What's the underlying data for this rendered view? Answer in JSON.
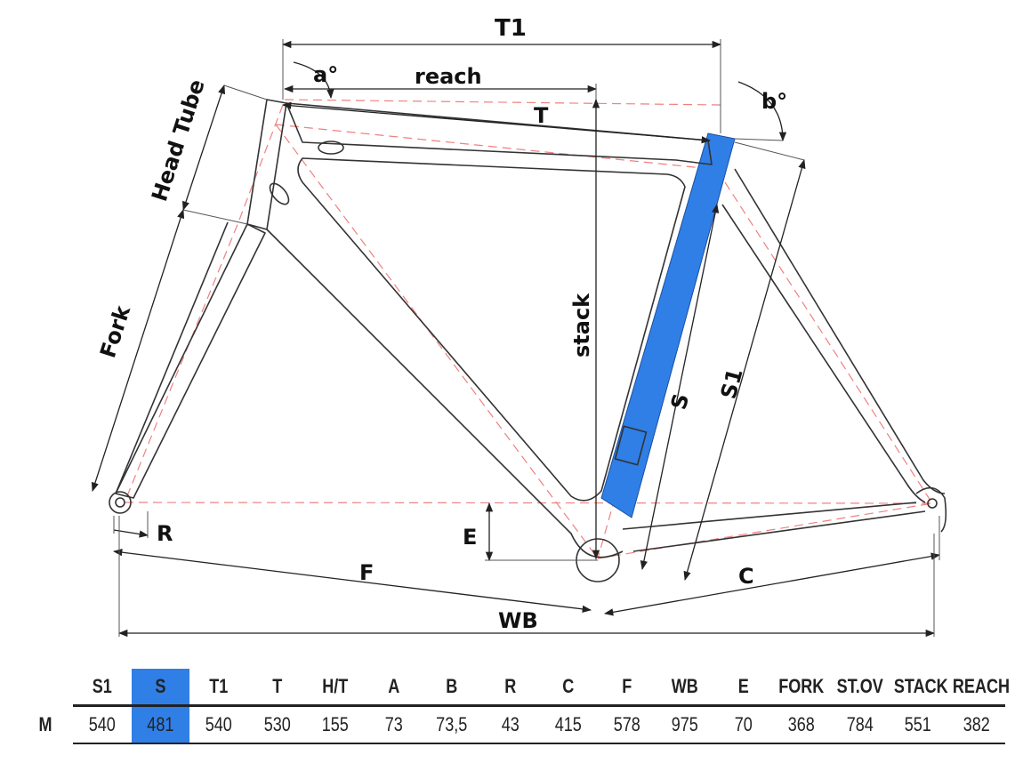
{
  "diagram_labels": {
    "t1": "T1",
    "a": "a°",
    "reach": "reach",
    "t": "T",
    "b": "b°",
    "head_tube": "Head Tube",
    "fork": "Fork",
    "stack": "stack",
    "s": "S",
    "s1": "S1",
    "r": "R",
    "e": "E",
    "f": "F",
    "c": "C",
    "wb": "WB"
  },
  "colors": {
    "highlight": "#2f7fe6",
    "frame_line": "#333333",
    "centerline_dash": "#f08080"
  },
  "table": {
    "columns": [
      "S1",
      "S",
      "T1",
      "T",
      "H/T",
      "A",
      "B",
      "R",
      "C",
      "F",
      "WB",
      "E",
      "FORK",
      "ST.OV",
      "STACK",
      "REACH"
    ],
    "highlight_column": "S",
    "rows": [
      {
        "size": "M",
        "values": [
          "540",
          "481",
          "540",
          "530",
          "155",
          "73",
          "73,5",
          "43",
          "415",
          "578",
          "975",
          "70",
          "368",
          "784",
          "551",
          "382"
        ]
      }
    ]
  }
}
